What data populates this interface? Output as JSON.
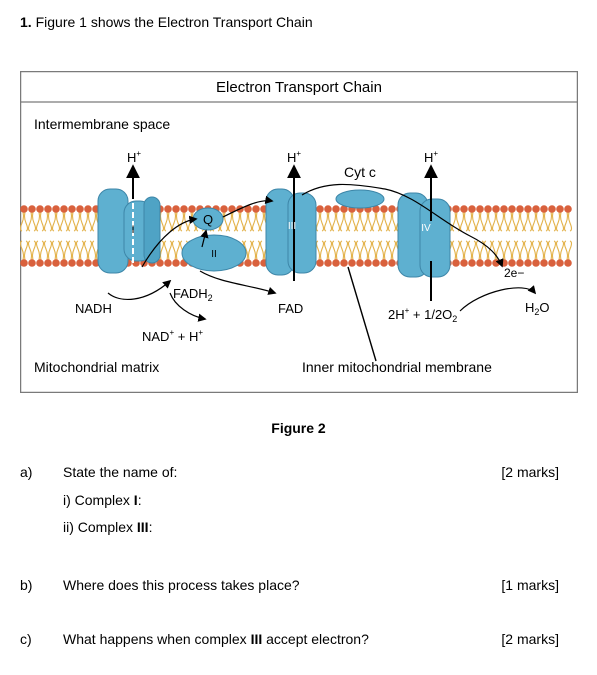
{
  "question_header": {
    "number": "1.",
    "text": "Figure 1 shows the Electron Transport Chain"
  },
  "figure": {
    "title": "Electron Transport Chain",
    "intermembrane_label": "Intermembrane space",
    "matrix_label": "Mitochondrial matrix",
    "membrane_label": "Inner mitochondrial membrane",
    "complexes": [
      "I",
      "II",
      "III",
      "IV"
    ],
    "q_label": "Q",
    "cytc_label": "Cyt c",
    "proton_label": "H",
    "proton_sup": "+",
    "nadh": "NADH",
    "nad_plus": "NAD",
    "fadh2": "FADH",
    "fadh2_sub": "2",
    "fad": "FAD",
    "two_e": "2e−",
    "h2o": "H",
    "h2o_sub": "2",
    "h2o_o": "O",
    "oxygen_eq": "2H",
    "oxygen_eq_rest": " + 1/2O",
    "oxygen_sub": "2",
    "colors": {
      "protein": "#5eb0d0",
      "protein_edge": "#3d86a8",
      "lipid_head": "#d9613d",
      "lipid_tail": "#e3b24a"
    }
  },
  "figure_caption": "Figure 2",
  "questions": [
    {
      "letter": "a)",
      "text": "State the name of:",
      "marks": "[2 marks]",
      "subparts": [
        {
          "prefix": "i) Complex ",
          "bold": "I",
          "suffix": ":"
        },
        {
          "prefix": "ii) Complex ",
          "bold": "III",
          "suffix": ":"
        }
      ]
    },
    {
      "letter": "b)",
      "text": "Where does this process takes place?",
      "marks": "[1 marks]"
    },
    {
      "letter": "c)",
      "text_prefix": "What happens when complex ",
      "text_bold": "III",
      "text_suffix": " accept electron?",
      "marks": "[2 marks]"
    }
  ]
}
